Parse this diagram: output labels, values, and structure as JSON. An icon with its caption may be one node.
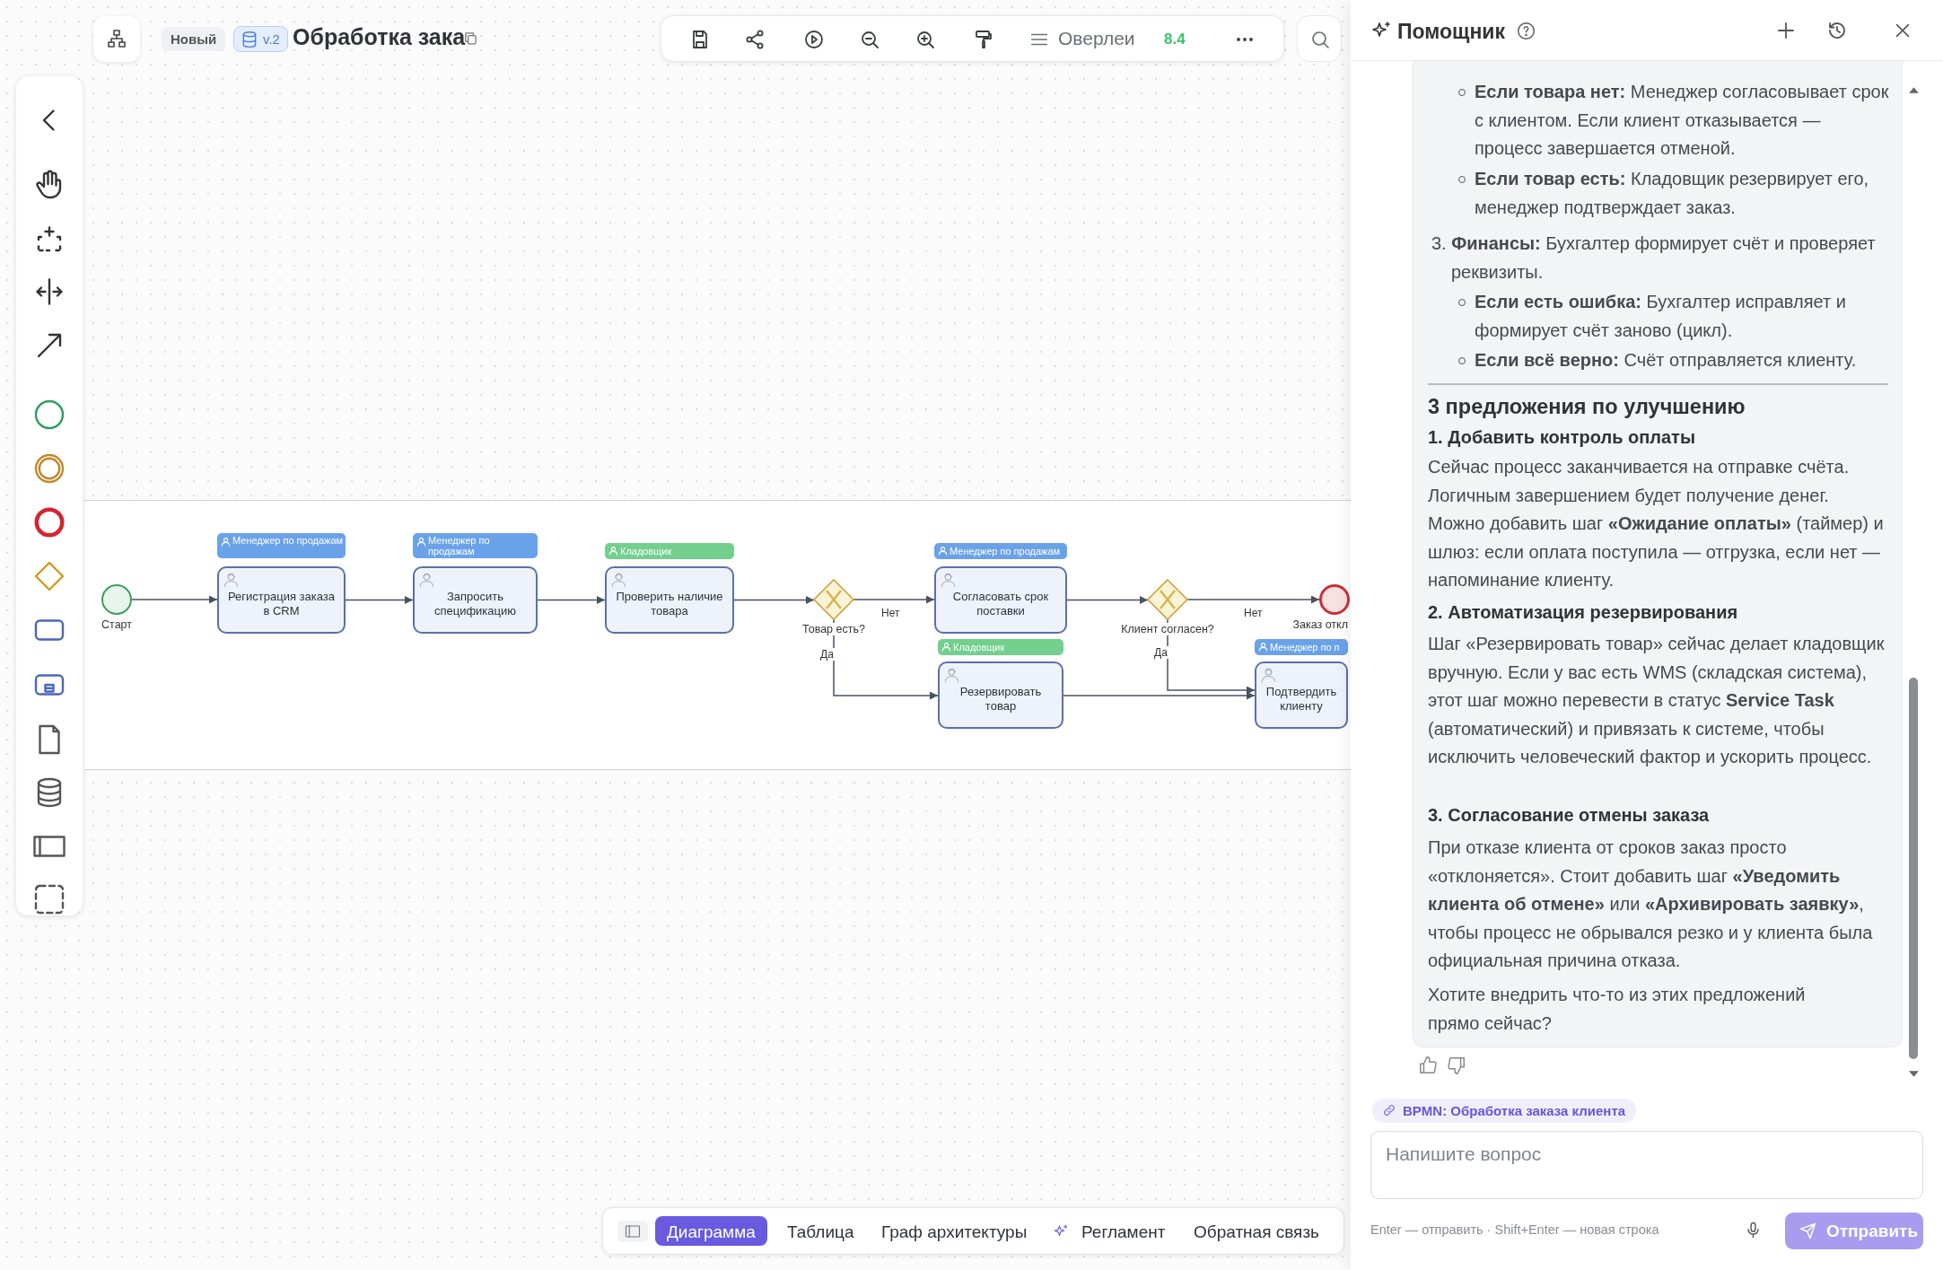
{
  "diagram": {
    "nodes": [
      {
        "text": [],
        "shape": "circle",
        "beside": [
          "Старт"
        ]
      },
      {
        "text": [
          "Менеджер по продажам",
          "Регистрация заказа в CRM"
        ]
      },
      {
        "text": [
          "Менеджер по продажам",
          "Запросить спецификацию"
        ]
      },
      {
        "text": [
          "Кладовщик",
          "Проверить наличие товара"
        ]
      },
      {
        "text": [],
        "shape": "diamond",
        "beside": [
          "Товар есть?"
        ]
      },
      {
        "text": [
          "Менеджер по продажам",
          "Согласовать срок поставки"
        ]
      },
      {
        "text": [
          "Кладовщик",
          "Резервировать товар"
        ]
      },
      {
        "text": [],
        "shape": "diamond",
        "beside": [
          "Клиент согласен?"
        ]
      },
      {
        "text": [],
        "shape": "circle",
        "beside": [
          "Заказ откл"
        ]
      },
      {
        "text": [
          "Менеджер по п",
          "Подтвердить клиенту"
        ]
      }
    ],
    "edges": [
      {
        "from": 0,
        "to": 1,
        "arrow": "to"
      },
      {
        "from": 1,
        "to": 2,
        "arrow": "to"
      },
      {
        "from": 2,
        "to": 3,
        "arrow": "to"
      },
      {
        "from": 3,
        "to": 4,
        "arrow": "to"
      },
      {
        "from": 4,
        "to": 5,
        "arrow": "to",
        "label": "Нет"
      },
      {
        "from": 4,
        "to": 6,
        "arrow": "to",
        "label": "Да"
      },
      {
        "from": 5,
        "to": 7,
        "arrow": "to"
      },
      {
        "from": 7,
        "to": 8,
        "arrow": "to",
        "label": "Нет"
      },
      {
        "from": 7,
        "to": 9,
        "arrow": "to",
        "label": "Да"
      },
      {
        "from": 6,
        "to": 9,
        "arrow": "to"
      }
    ],
    "labels": [
      "Новый",
      "v.2",
      "Обработка зака",
      "Оверлеи",
      "8.4",
      "Помощник",
      "**Если товара нет:** Менеджер согласовывает срок с клиентом. Если клиент отказывается — процесс завершается отменой.",
      "**Если товар есть:** Кладовщик резервирует его, менеджер подтверждает заказ.",
      "3. **Финансы:** Бухгалтер формирует счёт и проверяет реквизиты.",
      "**Если есть ошибка:** Бухгалтер исправляет и формирует счёт заново (цикл).",
      "**Если всё верно:** Счёт отправляется клиенту.",
      "3 предложения по улучшению",
      "1. Добавить контроль оплаты",
      "Сейчас процесс заканчивается на отправке счёта. Логичным завершением будет получение денег. Можно добавить шаг **«Ожидание оплаты»** (таймер) и шлюз: если оплата поступила — отгрузка, если нет — напоминание клиенту.",
      "2. Автоматизация резервирования",
      "Шаг «Резервировать товар» сейчас делает кладовщик вручную. Если у вас есть WMS (складская система), этот шаг можно перевести в статус **Service Task** (автоматический) и привязать к системе, чтобы исключить человеческий фактор и ускорить процесс.",
      "3. Согласование отмены заказа",
      "При отказе клиента от сроков заказ просто «отклоняется». Стоит добавить шаг **«Уведомить клиента об отмене»** или **«Архивировать заявку»**, чтобы процесс не обрывался резко и у клиента была официальная причина отказа.",
      "Хотите внедрить что-то из этих предложений прямо сейчас?",
      "BPMN: Обработка заказа клиента",
      "Напишите вопрос",
      "Диаграмма",
      "Таблица",
      "Граф архитектуры",
      "Регламент",
      "Обратная связь",
      "Enter — отправить · Shift+Enter — новая строка",
      "Отправить"
    ]
  }
}
